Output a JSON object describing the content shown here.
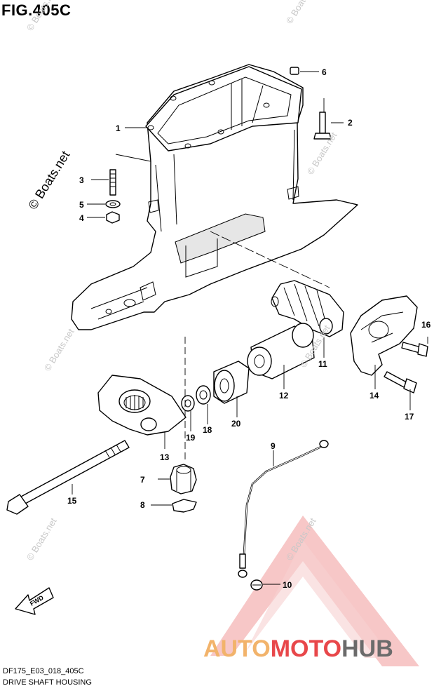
{
  "figure_title": "FIG.405C",
  "drawing_code": "DF175_E03_018_405C",
  "caption": "DRIVE SHAFT HOUSING",
  "watermarks": {
    "main": "© Boats.net",
    "small": "© Boats.net"
  },
  "direction_label": "FWD",
  "brand": {
    "part1": "AUTO",
    "part2": "MOTO",
    "part3": "HUB",
    "color1": "#f2b36b",
    "color2": "#e8474a",
    "color3": "#6b6b6b"
  },
  "callouts": [
    "1",
    "2",
    "3",
    "4",
    "5",
    "6",
    "7",
    "8",
    "9",
    "10",
    "11",
    "12",
    "13",
    "14",
    "15",
    "16",
    "17",
    "18",
    "19",
    "20"
  ]
}
